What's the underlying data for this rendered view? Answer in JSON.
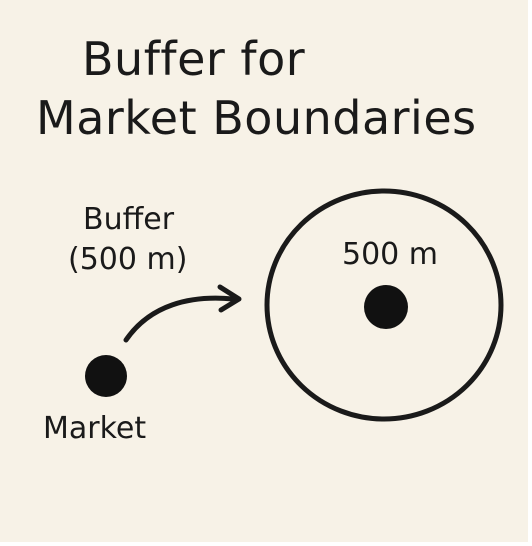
{
  "title": {
    "line1": "Buffer for",
    "line2": "Market Boundaries"
  },
  "buffer_label": {
    "line1": "Buffer",
    "line2": "(500 m)"
  },
  "market_label": "Market",
  "radius_label": "500 m",
  "colors": {
    "background": "#f7f2e7",
    "ink": "#1a1a1a"
  }
}
